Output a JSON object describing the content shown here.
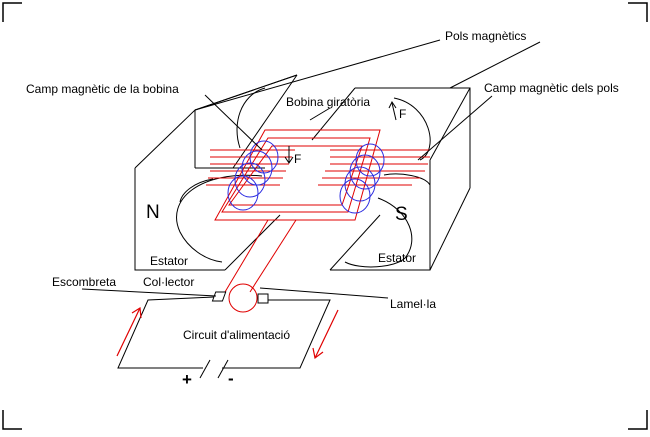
{
  "labels": {
    "pols_magnetics": "Pols magnètics",
    "camp_bobina": "Camp magnètic de la bobina",
    "camp_pols": "Camp magnètic dels pols",
    "bobina_giratoria": "Bobina giratòria",
    "force_left": "F",
    "force_right": "F",
    "pole_n": "N",
    "pole_s": "S",
    "estator_left": "Estator",
    "estator_right": "Estator",
    "escombreta": "Escombreta",
    "collector": "Col·lector",
    "lamella": "Lamel·la",
    "circuit": "Circuit d'alimentació",
    "plus": "+",
    "minus": "-"
  },
  "colors": {
    "outline": "#000000",
    "coil": "#e00000",
    "field": "#2020e0",
    "background": "#ffffff"
  }
}
